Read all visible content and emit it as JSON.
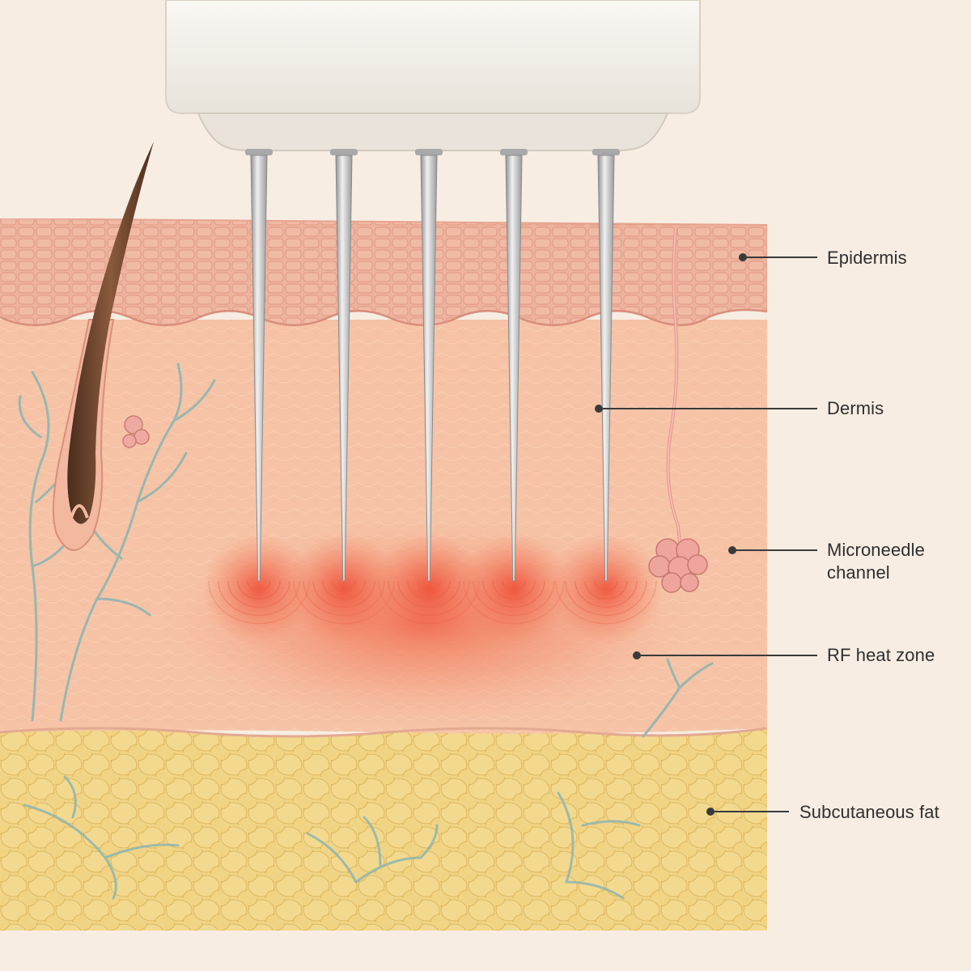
{
  "diagram": {
    "labels": {
      "epidermis": {
        "text": "Epidermis"
      },
      "dermis": {
        "text": "Dermis"
      },
      "microneedle_channel": {
        "line1": "Microneedle",
        "line2": "channel"
      },
      "rf_heat_zone": {
        "text": "RF heat zone"
      },
      "subcutaneous_fat": {
        "text": "Subcutaneous fat"
      }
    },
    "colors": {
      "background": "#f7ede3",
      "epidermis": "#eeb39d",
      "dermis": "#f6c3a6",
      "heat": "#f26a4f",
      "fat": "#f0d588",
      "vessel": "#8fb5b0",
      "needle": "#c9c9c9",
      "device": "#f3f0ea",
      "hair": "#6b4530"
    },
    "needle_count": 5
  }
}
